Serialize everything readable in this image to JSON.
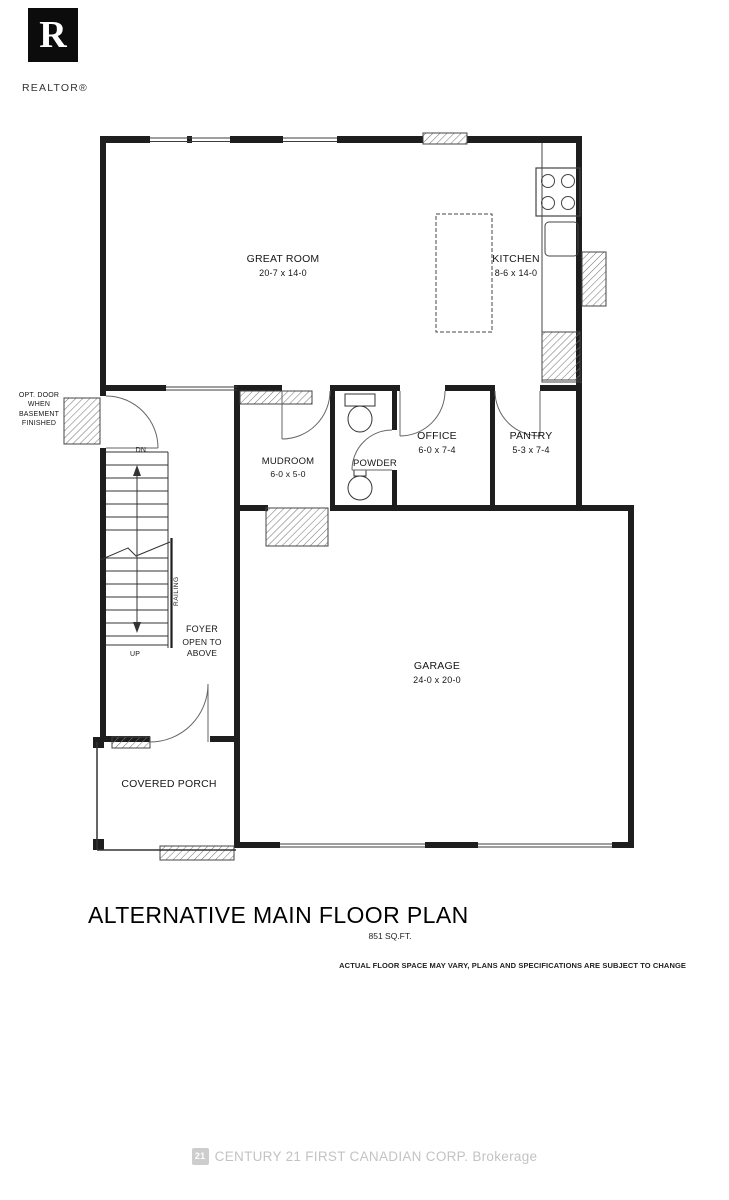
{
  "branding": {
    "logo_letter": "R",
    "wordmark": "REALTOR®"
  },
  "title_block": {
    "title": "ALTERNATIVE MAIN FLOOR PLAN",
    "area": "851 SQ.FT.",
    "disclaimer": "ACTUAL FLOOR SPACE MAY VARY, PLANS AND SPECIFICATIONS ARE SUBJECT TO CHANGE"
  },
  "watermark": {
    "logo_text": "21",
    "text": "CENTURY 21 FIRST CANADIAN CORP. Brokerage"
  },
  "rooms": {
    "great_room": {
      "name": "GREAT ROOM",
      "dims": "20-7 x 14-0"
    },
    "kitchen": {
      "name": "KITCHEN",
      "dims": "8-6 x 14-0"
    },
    "office": {
      "name": "OFFICE",
      "dims": "6-0 x 7-4"
    },
    "pantry": {
      "name": "PANTRY",
      "dims": "5-3 x 7-4"
    },
    "mudroom": {
      "name": "MUDROOM",
      "dims": "6-0 x 5-0"
    },
    "powder": {
      "name": "POWDER"
    },
    "foyer": {
      "name": "FOYER",
      "sub": "OPEN TO ABOVE"
    },
    "garage": {
      "name": "GARAGE",
      "dims": "24-0 x 20-0"
    },
    "covered_porch": {
      "name": "COVERED PORCH"
    }
  },
  "annotations": {
    "opt_door": "OPT. DOOR WHEN BASEMENT FINISHED",
    "down": "DN.",
    "up": "UP",
    "railing": "RAILING"
  }
}
